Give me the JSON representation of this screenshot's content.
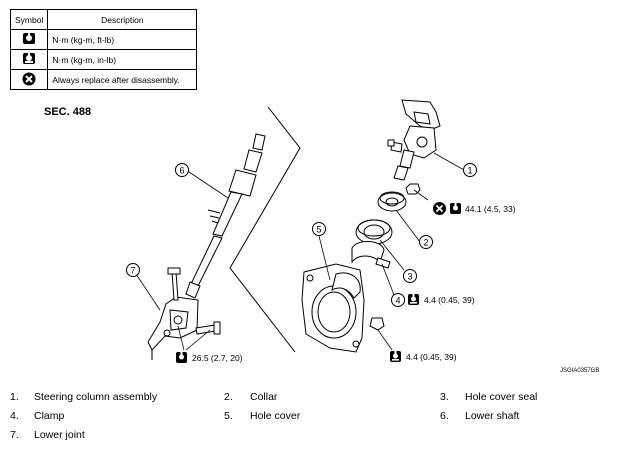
{
  "legend": {
    "header_symbol": "Symbol",
    "header_description": "Description",
    "rows": [
      {
        "icon": "torque-wrench-icon",
        "description": "N·m (kg-m, ft-lb)"
      },
      {
        "icon": "torque-wrench-inlb-icon",
        "description": "N·m (kg-m, in-lb)"
      },
      {
        "icon": "replace-x-icon",
        "description": "Always replace after disassembly."
      }
    ]
  },
  "section": "SEC. 488",
  "callouts": [
    "1",
    "2",
    "3",
    "4",
    "5",
    "6",
    "7"
  ],
  "torques": {
    "t1": "44.1 (4.5, 33)",
    "t2": "4.4 (0.45, 39)",
    "t3": "4.4 (0.45, 39)",
    "t4": "26.5 (2.7, 20)"
  },
  "figure_code": "JSGIA0357GB",
  "parts": [
    {
      "num": "1.",
      "name": "Steering column assembly"
    },
    {
      "num": "2.",
      "name": "Collar"
    },
    {
      "num": "3.",
      "name": "Hole cover seal"
    },
    {
      "num": "4.",
      "name": "Clamp"
    },
    {
      "num": "5.",
      "name": "Hole cover"
    },
    {
      "num": "6.",
      "name": "Lower shaft"
    },
    {
      "num": "7.",
      "name": "Lower joint"
    }
  ]
}
